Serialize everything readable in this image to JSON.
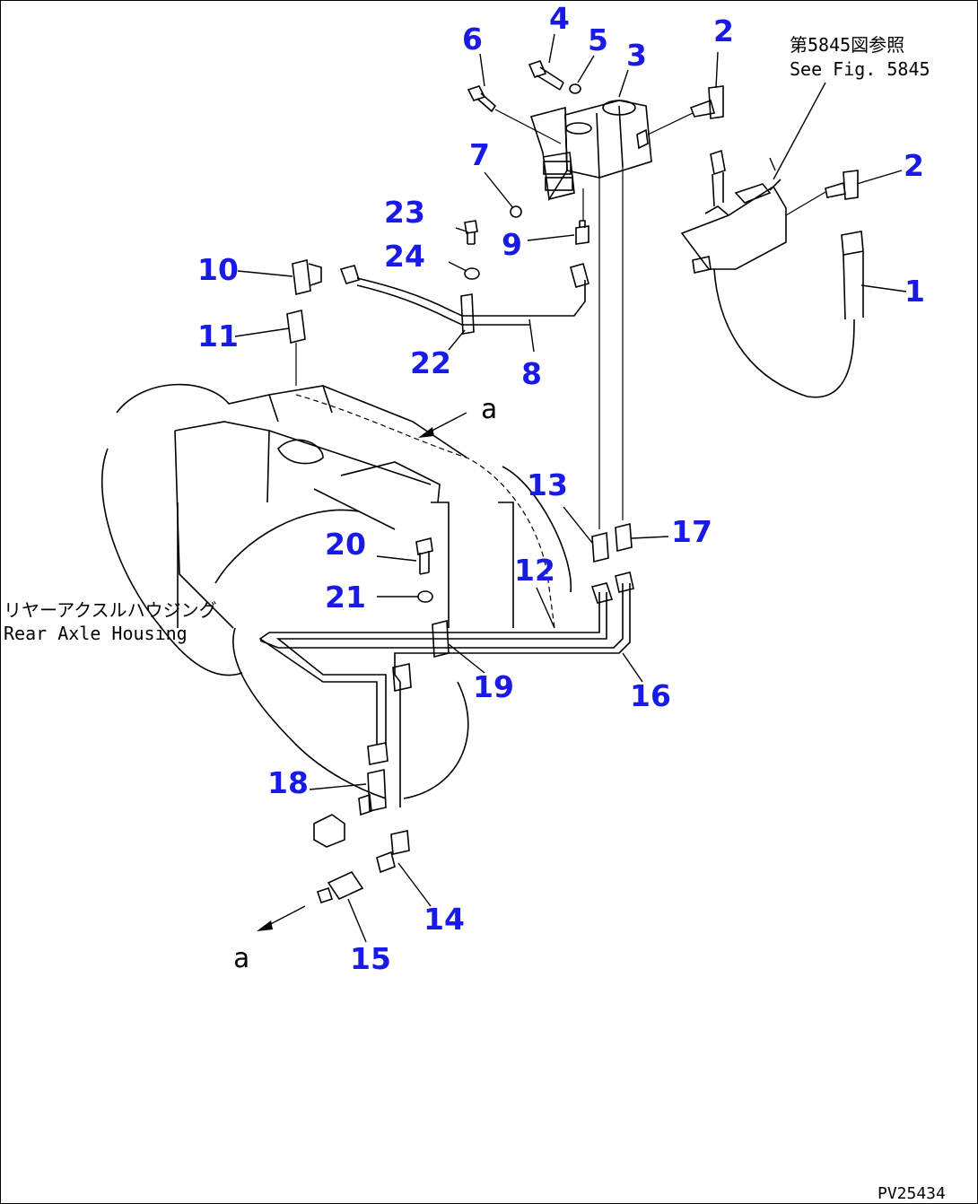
{
  "diagram": {
    "figure_id": "PV25434",
    "reference_note_jp": "第5845図参照",
    "reference_note_en": "See Fig. 5845",
    "housing_label_jp": "リヤーアクスルハウジング",
    "housing_label_en": "Rear Axle Housing",
    "view_marker_1": "a",
    "view_marker_2": "a",
    "part_labels": [
      {
        "id": "p1",
        "text": "1"
      },
      {
        "id": "p2a",
        "text": "2"
      },
      {
        "id": "p2b",
        "text": "2"
      },
      {
        "id": "p3",
        "text": "3"
      },
      {
        "id": "p4",
        "text": "4"
      },
      {
        "id": "p5",
        "text": "5"
      },
      {
        "id": "p6",
        "text": "6"
      },
      {
        "id": "p7",
        "text": "7"
      },
      {
        "id": "p8",
        "text": "8"
      },
      {
        "id": "p9",
        "text": "9"
      },
      {
        "id": "p10",
        "text": "10"
      },
      {
        "id": "p11",
        "text": "11"
      },
      {
        "id": "p12",
        "text": "12"
      },
      {
        "id": "p13",
        "text": "13"
      },
      {
        "id": "p14",
        "text": "14"
      },
      {
        "id": "p15",
        "text": "15"
      },
      {
        "id": "p16",
        "text": "16"
      },
      {
        "id": "p17",
        "text": "17"
      },
      {
        "id": "p18",
        "text": "18"
      },
      {
        "id": "p19",
        "text": "19"
      },
      {
        "id": "p20",
        "text": "20"
      },
      {
        "id": "p21",
        "text": "21"
      },
      {
        "id": "p22",
        "text": "22"
      },
      {
        "id": "p23",
        "text": "23"
      },
      {
        "id": "p24",
        "text": "24"
      }
    ]
  }
}
